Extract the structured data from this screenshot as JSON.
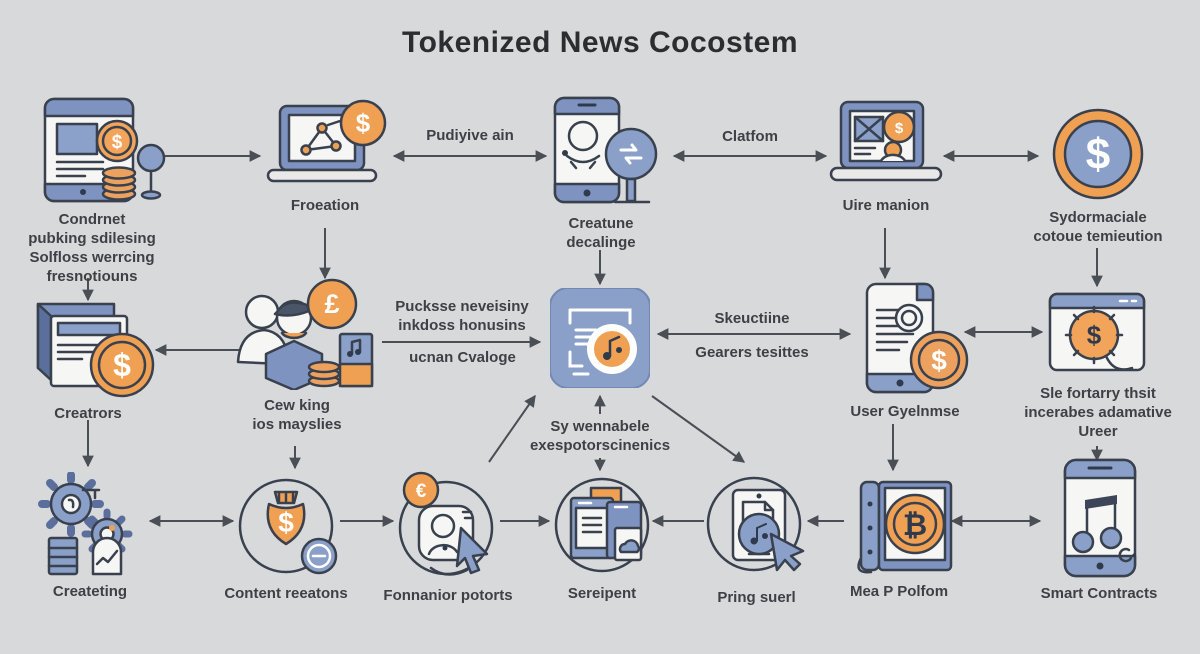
{
  "title": "Tokenized News Cocostem",
  "colors": {
    "background": "#d8d9db",
    "orange": "#f0a052",
    "blue": "#8aa0c8",
    "dark_blue": "#7f93c0",
    "outline": "#39414f",
    "arrow": "#4a4f55",
    "text": "#3d4045"
  },
  "glyphs": {
    "dollar": "$",
    "pound": "£",
    "euro": "€",
    "bitcoin": "₿"
  },
  "row1": {
    "publisher": {
      "lines": [
        "Condrnet",
        "pubking sdilesing",
        "Solfloss werrcing",
        "fresnotiouns"
      ],
      "icon": "tablet-publishing-icon"
    },
    "froeation": {
      "label": "Froeation",
      "icon": "laptop-network-coin-icon"
    },
    "creatune": {
      "lines": [
        "Creatune",
        "decalinge"
      ],
      "icon": "phone-person-swap-icon"
    },
    "uire": {
      "label": "Uire manion",
      "icon": "laptop-media-coin-icon"
    },
    "sydormaciale": {
      "lines": [
        "Sydormaciale",
        "cotoue temieution"
      ],
      "icon": "large-dollar-coin-icon"
    }
  },
  "row2": {
    "creatrors": {
      "label": "Creatrors",
      "icon": "stacked-documents-coin-icon"
    },
    "cewking": {
      "lines": [
        "Cew king",
        "ios mayslies"
      ],
      "icon": "people-pound-coin-icon"
    },
    "center": {
      "icon": "news-music-app-icon"
    },
    "user": {
      "label": "User Gyelnmse",
      "icon": "phone-document-coin-icon"
    },
    "slefortarry": {
      "lines": [
        "Sle fortarry thsit",
        "incerabes adamative",
        "Ureer"
      ],
      "icon": "browser-gear-coin-icon"
    }
  },
  "row3": {
    "createting": {
      "label": "Createting",
      "icon": "gears-document-icon"
    },
    "content": {
      "label": "Content reeatons",
      "icon": "shield-dollar-circle-icon"
    },
    "fonnanior": {
      "label": "Fonnanior potorts",
      "icon": "avatar-pointer-circle-icon"
    },
    "sereipent": {
      "label": "Sereipent",
      "icon": "screens-cloud-circle-icon"
    },
    "pring": {
      "label": "Pring suerl",
      "icon": "tablet-cursor-circle-icon"
    },
    "meap": {
      "label": "Mea P Polfom",
      "icon": "ledger-bitcoin-icon"
    },
    "smart": {
      "label": "Smart Contracts",
      "icon": "phone-music-icon"
    }
  },
  "arrow_labels": {
    "pudiyive": "Pudiyive ain",
    "clatfom": "Clatfom",
    "pucksse_line1": "Pucksse neveisiny",
    "pucksse_line2": "inkdoss honusins",
    "ucnan": "ucnan Cvaloge",
    "skeuctiine": "Skeuctiine",
    "gearers": "Gearers tesittes",
    "sywennabele_line1": "Sy wennabele",
    "sywennabele_line2": "exespotorscinenics"
  }
}
